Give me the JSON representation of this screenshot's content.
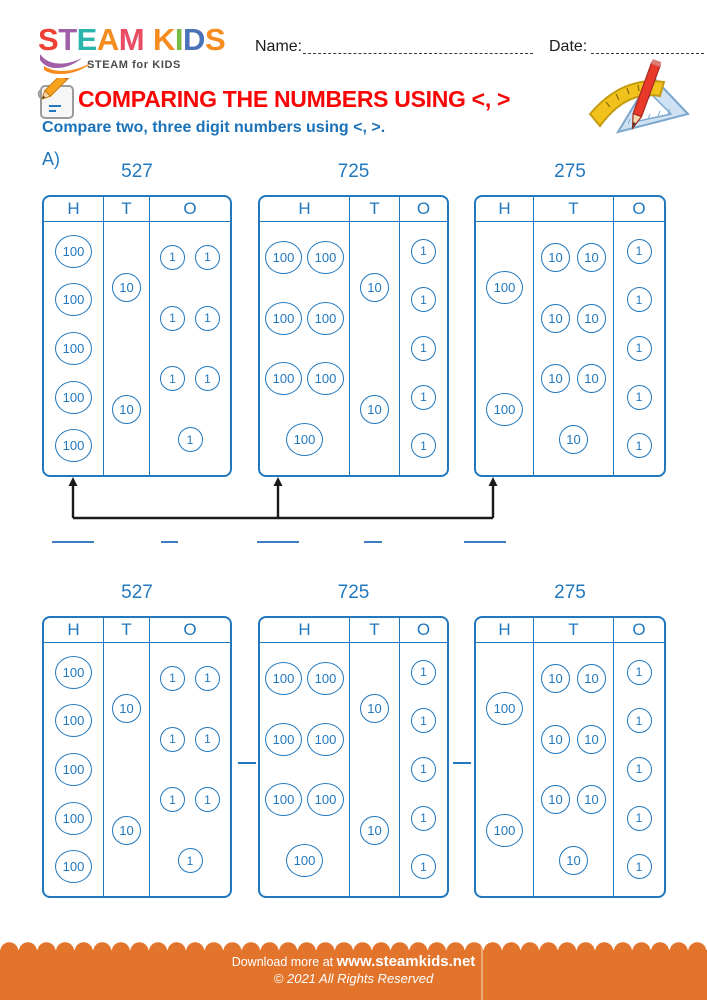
{
  "logo": {
    "word1": [
      {
        "ch": "S",
        "color": "#ee4136"
      },
      {
        "ch": "T",
        "color": "#a15fa8"
      },
      {
        "ch": "E",
        "color": "#2bb5ae"
      },
      {
        "ch": "A",
        "color": "#f68b1f"
      },
      {
        "ch": "M",
        "color": "#e94b63"
      }
    ],
    "word2": [
      {
        "ch": "K",
        "color": "#f68b1f"
      },
      {
        "ch": "I",
        "color": "#76bc43"
      },
      {
        "ch": "D",
        "color": "#4a72b8"
      },
      {
        "ch": "S",
        "color": "#f68b1f"
      }
    ],
    "tagline": "STEAM for KIDS"
  },
  "header": {
    "name_label": "Name:",
    "date_label": "Date:"
  },
  "title": {
    "text": "COMPARING THE NUMBERS USING <, >"
  },
  "subtitle": "Compare two, three digit numbers using <, >.",
  "section_label": "A)",
  "colors": {
    "worksheet_blue": "#2178be",
    "title_red": "#f90505",
    "footer_orange": "#e2742c",
    "connector_black": "#1a1a1a"
  },
  "groups": [
    {
      "name": "top-group",
      "has_connector_arrows": true,
      "tables": [
        {
          "number": "527",
          "columns": [
            {
              "header": "H",
              "rows": [
                [
                  "100"
                ],
                [
                  "100"
                ],
                [
                  "100"
                ],
                [
                  "100"
                ],
                [
                  "100"
                ]
              ]
            },
            {
              "header": "T",
              "rows": [
                [
                  "10"
                ],
                [
                  "10"
                ]
              ]
            },
            {
              "header": "O",
              "rows": [
                [
                  "1",
                  "1"
                ],
                [
                  "1",
                  "1"
                ],
                [
                  "1",
                  "1"
                ],
                [
                  "1"
                ]
              ]
            }
          ]
        },
        {
          "number": "725",
          "columns": [
            {
              "header": "H",
              "rows": [
                [
                  "100",
                  "100"
                ],
                [
                  "100",
                  "100"
                ],
                [
                  "100",
                  "100"
                ],
                [
                  "100"
                ]
              ]
            },
            {
              "header": "T",
              "rows": [
                [
                  "10"
                ],
                [
                  "10"
                ]
              ]
            },
            {
              "header": "O",
              "rows": [
                [
                  "1"
                ],
                [
                  "1"
                ],
                [
                  "1"
                ],
                [
                  "1"
                ],
                [
                  "1"
                ]
              ]
            }
          ]
        },
        {
          "number": "275",
          "columns": [
            {
              "header": "H",
              "rows": [
                [
                  "100"
                ],
                [
                  "100"
                ]
              ]
            },
            {
              "header": "T",
              "rows": [
                [
                  "10",
                  "10"
                ],
                [
                  "10",
                  "10"
                ],
                [
                  "10",
                  "10"
                ],
                [
                  "10"
                ]
              ]
            },
            {
              "header": "O",
              "rows": [
                [
                  "1"
                ],
                [
                  "1"
                ],
                [
                  "1"
                ],
                [
                  "1"
                ],
                [
                  "1"
                ]
              ]
            }
          ]
        }
      ]
    },
    {
      "name": "bottom-group",
      "separators": [
        "-",
        "-"
      ],
      "tables": [
        {
          "number": "527",
          "columns": [
            {
              "header": "H",
              "rows": [
                [
                  "100"
                ],
                [
                  "100"
                ],
                [
                  "100"
                ],
                [
                  "100"
                ],
                [
                  "100"
                ]
              ]
            },
            {
              "header": "T",
              "rows": [
                [
                  "10"
                ],
                [
                  "10"
                ]
              ]
            },
            {
              "header": "O",
              "rows": [
                [
                  "1",
                  "1"
                ],
                [
                  "1",
                  "1"
                ],
                [
                  "1",
                  "1"
                ],
                [
                  "1"
                ]
              ]
            }
          ]
        },
        {
          "number": "725",
          "columns": [
            {
              "header": "H",
              "rows": [
                [
                  "100",
                  "100"
                ],
                [
                  "100",
                  "100"
                ],
                [
                  "100",
                  "100"
                ],
                [
                  "100"
                ]
              ]
            },
            {
              "header": "T",
              "rows": [
                [
                  "10"
                ],
                [
                  "10"
                ]
              ]
            },
            {
              "header": "O",
              "rows": [
                [
                  "1"
                ],
                [
                  "1"
                ],
                [
                  "1"
                ],
                [
                  "1"
                ],
                [
                  "1"
                ]
              ]
            }
          ]
        },
        {
          "number": "275",
          "columns": [
            {
              "header": "H",
              "rows": [
                [
                  "100"
                ],
                [
                  "100"
                ]
              ]
            },
            {
              "header": "T",
              "rows": [
                [
                  "10",
                  "10"
                ],
                [
                  "10",
                  "10"
                ],
                [
                  "10",
                  "10"
                ],
                [
                  "10"
                ]
              ]
            },
            {
              "header": "O",
              "rows": [
                [
                  "1"
                ],
                [
                  "1"
                ],
                [
                  "1"
                ],
                [
                  "1"
                ],
                [
                  "1"
                ]
              ]
            }
          ]
        }
      ]
    }
  ],
  "answer_row": {
    "blanks": [
      "number",
      "symbol",
      "number",
      "symbol",
      "number"
    ]
  },
  "footer": {
    "line1_prefix": "Download more at ",
    "line1_site": "www.steamkids.net",
    "line2": "© 2021 All Rights Reserved"
  }
}
